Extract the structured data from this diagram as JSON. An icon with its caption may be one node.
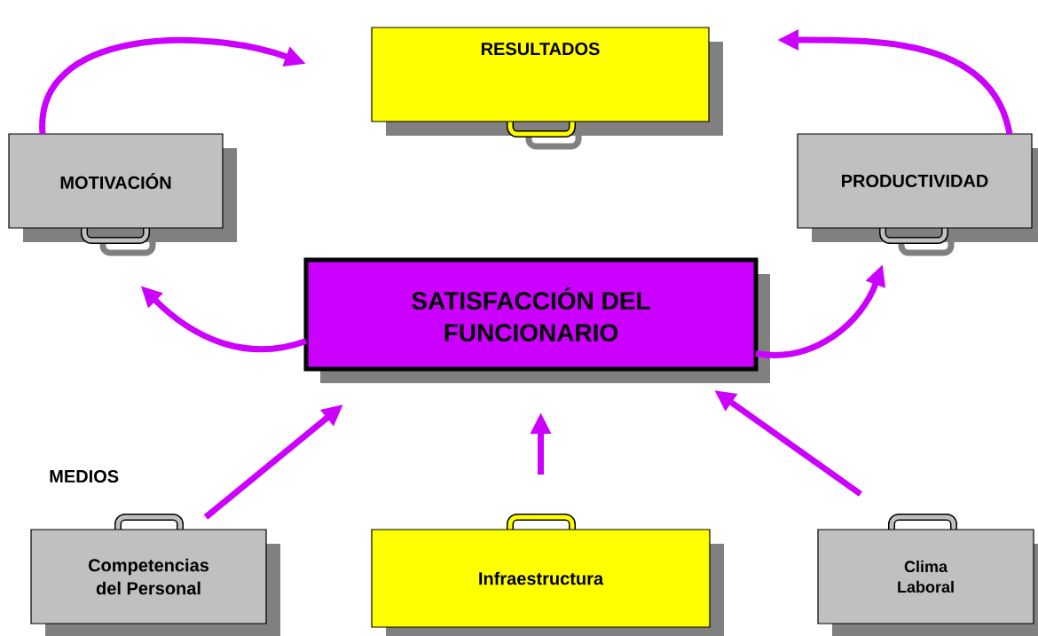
{
  "diagram": {
    "nodes": [
      {
        "text": [
          "RESULTADOS"
        ]
      },
      {
        "text": [
          "MOTIVACIÓN"
        ]
      },
      {
        "text": [
          "PRODUCTIVIDAD"
        ]
      },
      {
        "text": [
          "SATISFACCIÓN DEL FUNCIONARIO"
        ]
      },
      {
        "text": [
          "Competencias del Personal"
        ]
      },
      {
        "text": [
          "Infraestructura"
        ]
      },
      {
        "text": [
          "Clima Laboral"
        ]
      }
    ],
    "edges": [
      {
        "from": 1,
        "to": 0,
        "arrow": "to"
      },
      {
        "from": 2,
        "to": 0,
        "arrow": "to"
      },
      {
        "from": 3,
        "to": 1,
        "arrow": "to"
      },
      {
        "from": 3,
        "to": 2,
        "arrow": "to"
      },
      {
        "from": 4,
        "to": 3,
        "arrow": "to"
      },
      {
        "from": 5,
        "to": 3,
        "arrow": "to"
      },
      {
        "from": 6,
        "to": 3,
        "arrow": "to"
      }
    ],
    "labels": [
      "MEDIOS"
    ]
  }
}
